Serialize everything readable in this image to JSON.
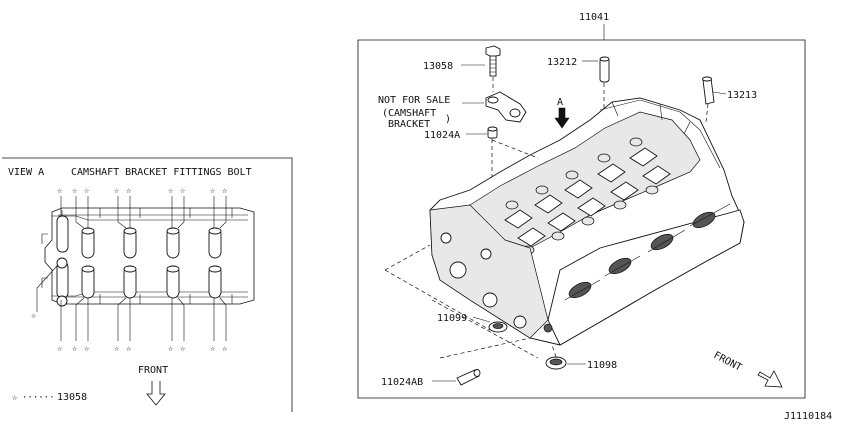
{
  "diagram": {
    "code": "J1110184",
    "view_a": {
      "label": "VIEW A",
      "title": "CAMSHAFT BRACKET FITTINGS BOLT",
      "front_label": "FRONT",
      "star": "☆",
      "legend_dots": "······",
      "legend_part": "13058"
    },
    "main": {
      "front_label": "FRONT",
      "view_marker": "A",
      "callouts": {
        "p11041": "11041",
        "p13058": "13058",
        "p13212": "13212",
        "p13213": "13213",
        "p11024A": "11024A",
        "p11099": "11099",
        "p11098": "11098",
        "p11024AB": "11024AB"
      },
      "not_for_sale": {
        "line1": "NOT FOR SALE",
        "line2": "CAMSHAFT",
        "line3": "BRACKET",
        "open_paren": "(",
        "close_paren": ")"
      }
    }
  }
}
